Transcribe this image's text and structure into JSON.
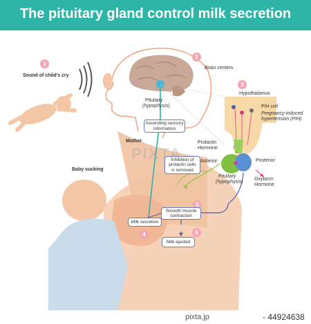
{
  "title": "The pituitary gland control milk secretion",
  "steps": [
    "1",
    "2",
    "3",
    "4",
    "5",
    "6"
  ],
  "labels": {
    "sound": "Sound of child's cry",
    "brain_centers": "Brain centers",
    "pituitary_brain": "Pituitary",
    "hypophysis_brain": "(hypophysis)",
    "hypothalamus": "Hypothalamus",
    "pih_cell": "PIH cell",
    "pih_desc_1": "Pregnancy-induced",
    "pih_desc_2": "hypertension (PIH)",
    "prolactin_1": "Prolactin",
    "prolactin_2": "Hormone",
    "anterior": "Anterior",
    "posterior": "Posterior",
    "pituitary_gland": "Pituitary",
    "hypophysis_gland": "(hypophysis)",
    "oxytocin_1": "Oxytocin",
    "oxytocin_2": "Hormone",
    "mother": "Mother",
    "baby_sucking": "Baby sucking"
  },
  "boxes": {
    "ascending_1": "Ascending sensory",
    "ascending_2": "information",
    "inhibition_1": "Inhibition of",
    "inhibition_2": "prolactin cells",
    "inhibition_3": "is removed",
    "smooth_1": "Smooth muscle",
    "smooth_2": "contraction",
    "milk_secretion": "Milk secretion",
    "milk_ejected": "Milk ejected"
  },
  "watermark": "PIXTA",
  "footer": {
    "brand": "pixta.jp",
    "id": "- 44924638"
  },
  "colors": {
    "header": "#2fb5a7",
    "skin": "#f3c7a6",
    "brain": "#c9a897",
    "cyan_nerve": "#2bb3a8",
    "green_path": "#8cc63f",
    "blue_path": "#4b5fa8",
    "number_badge": "#f4a6b4"
  }
}
